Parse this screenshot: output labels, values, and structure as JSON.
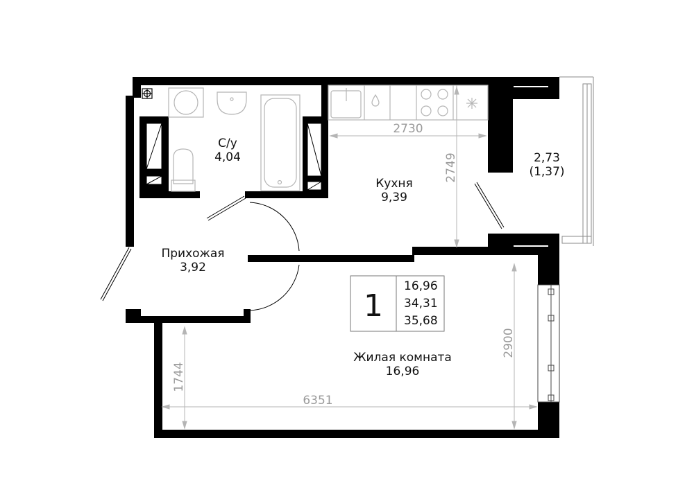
{
  "plan": {
    "rooms": [
      {
        "id": "bathroom",
        "name": "С/у",
        "area": "4,04"
      },
      {
        "id": "kitchen",
        "name": "Кухня",
        "area": "9,39"
      },
      {
        "id": "hallway",
        "name": "Прихожая",
        "area": "3,92"
      },
      {
        "id": "living",
        "name": "Жилая комната",
        "area": "16,96"
      },
      {
        "id": "balcony",
        "name": "",
        "area": "2,73",
        "area_reduced": "(1,37)"
      }
    ],
    "dimensions": {
      "kitchen_width": "2730",
      "kitchen_depth": "2749",
      "living_width": "6351",
      "living_depth": "2900",
      "living_left": "1744"
    },
    "summary": {
      "rooms_count": "1",
      "living_area": "16,96",
      "total_area": "34,31",
      "total_with_balcony": "35,68"
    },
    "colors": {
      "wall": "#000000",
      "dimension": "#9a9a9a",
      "fixture": "#b5b5b5"
    }
  }
}
